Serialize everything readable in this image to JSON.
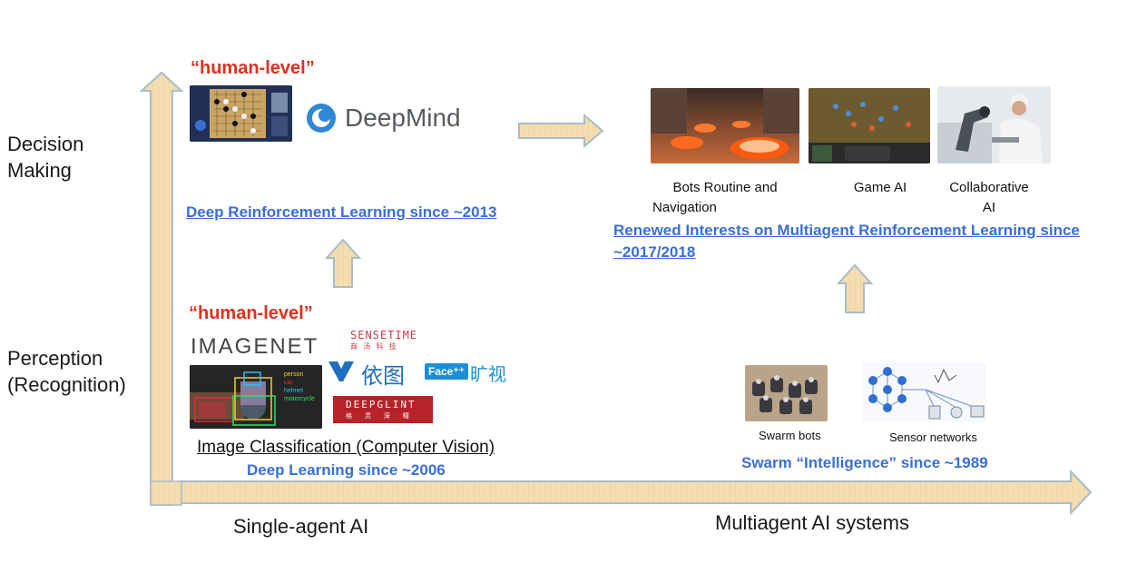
{
  "axes": {
    "y_high": [
      "Decision",
      "Making"
    ],
    "y_low": [
      "Perception",
      "(Recognition)"
    ],
    "x_left": "Single-agent AI",
    "x_right": "Multiagent AI systems"
  },
  "single_agent": {
    "decision": {
      "tag": "“human-level”",
      "logo_text": "DeepMind",
      "milestone": "Deep Reinforcement Learning since ~2013"
    },
    "perception": {
      "tag": "“human-level”",
      "logos": {
        "imagenet": "IMAGENET",
        "sensetime": "SENSETIME",
        "sensetime_cn": "商 汤 科 技",
        "yitu": "依图",
        "faceplusplus": "Face⁺⁺",
        "megvii_cn": "旷视",
        "deepglint": "DEEPGLINT",
        "deepglint_cn": "格 灵 深 瞳"
      },
      "detection_labels": [
        "person",
        "car",
        "helmet",
        "motorcycle"
      ],
      "caption": "Image Classification (Computer Vision)",
      "milestone": "Deep Learning since ~2006"
    }
  },
  "multi_agent": {
    "decision": {
      "apps": [
        {
          "caption_lines": [
            "Bots Routine and",
            "Navigation"
          ],
          "image": "warehouse-robots"
        },
        {
          "caption_lines": [
            "Game AI"
          ],
          "image": "strategy-game-screenshot"
        },
        {
          "caption_lines": [
            "Collaborative",
            "AI"
          ],
          "image": "human-robot-collaboration"
        }
      ],
      "milestone_lines": [
        "Renewed Interests on Multiagent Reinforcement Learning since",
        "~2017/2018"
      ]
    },
    "perception": {
      "apps": [
        {
          "caption": "Swarm bots",
          "image": "swarm-robots"
        },
        {
          "caption": "Sensor networks",
          "image": "sensor-network-diagram"
        }
      ],
      "milestone": "Swarm “Intelligence” since ~1989"
    }
  },
  "colors": {
    "arrow_fill": "#f4ddb0",
    "arrow_stroke": "#a9bcc8",
    "red": "#e0301e",
    "blue": "#3a6fd8"
  }
}
